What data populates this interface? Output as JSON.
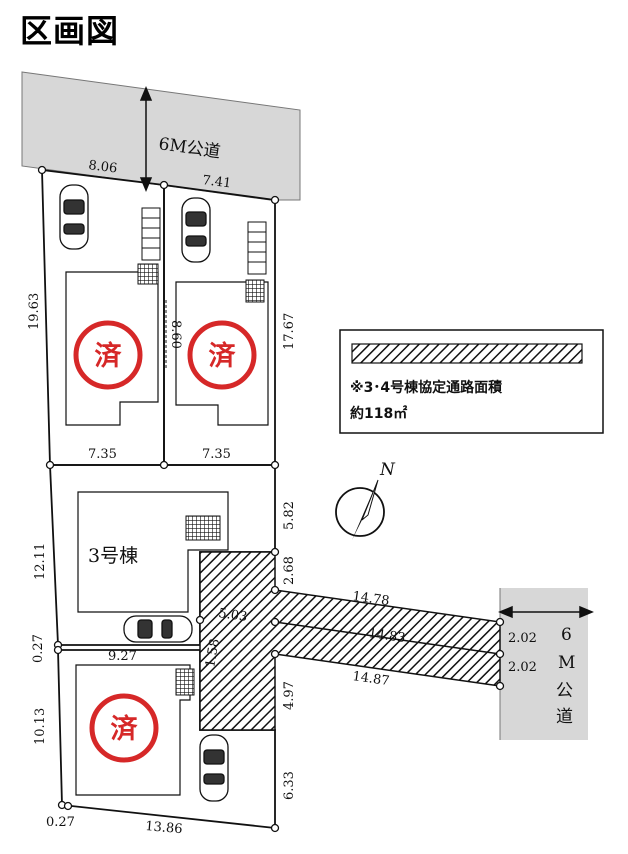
{
  "title": "区画図",
  "roads": {
    "north_label": "6M公道",
    "east_label_top": "6",
    "east_label_mid": "M",
    "east_label_bottom": "公道"
  },
  "buildings": {
    "house3_label": "3号棟"
  },
  "sold_badge": "済",
  "legend": {
    "line1": "※3･4号棟協定通路面積",
    "line2": "約118㎡"
  },
  "compass": {
    "north": "N"
  },
  "dimensions": {
    "d_8_06": "8.06",
    "d_7_41": "7.41",
    "d_19_63": "19.63",
    "d_8_60": "8.60",
    "d_17_67": "17.67",
    "d_7_35_a": "7.35",
    "d_7_35_b": "7.35",
    "d_12_11": "12.11",
    "d_5_82": "5.82",
    "d_2_68": "2.68",
    "d_14_78": "14.78",
    "d_5_03": "5.03",
    "d_14_83": "14.83",
    "d_2_02_a": "2.02",
    "d_2_02_b": "2.02",
    "d_0_27_a": "0.27",
    "d_1_58": "1.58",
    "d_9_27": "9.27",
    "d_14_87": "14.87",
    "d_10_13": "10.13",
    "d_4_97": "4.97",
    "d_6_33": "6.33",
    "d_0_27_b": "0.27",
    "d_13_86": "13.86"
  },
  "colors": {
    "road_fill": "#d7d7d7",
    "sold_red": "#d62828",
    "line": "#111111"
  }
}
